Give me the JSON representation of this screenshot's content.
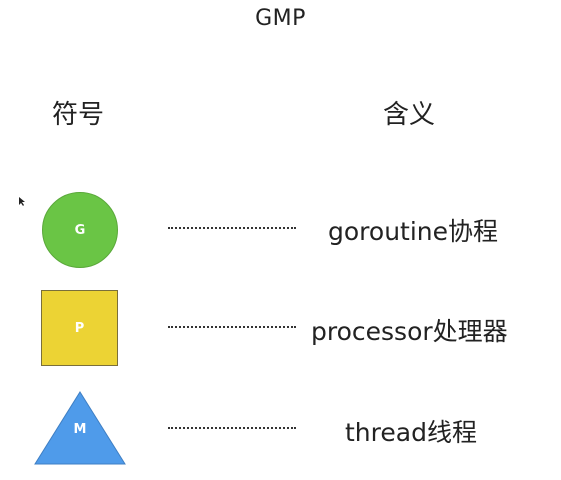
{
  "title": "GMP",
  "headers": {
    "symbol": "符号",
    "meaning": "含义"
  },
  "rows": [
    {
      "symbol_label": "G",
      "shape": "circle",
      "color": "#6ac545",
      "meaning": "goroutine协程"
    },
    {
      "symbol_label": "P",
      "shape": "square",
      "color": "#ecd334",
      "meaning": "processor处理器"
    },
    {
      "symbol_label": "M",
      "shape": "triangle",
      "color": "#4f9bea",
      "meaning": "thread线程"
    }
  ],
  "icons": {
    "cursor": "mouse-pointer-icon"
  }
}
